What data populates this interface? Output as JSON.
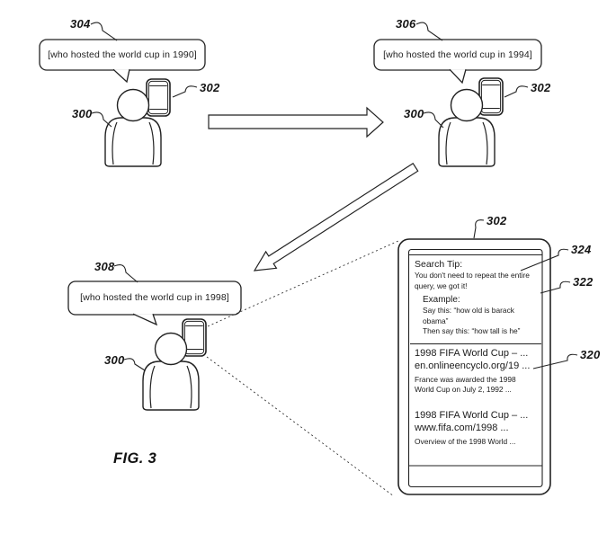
{
  "figure": {
    "caption": "FIG. 3"
  },
  "labels": {
    "l300": "300",
    "l302": "302",
    "l304": "304",
    "l306": "306",
    "l308": "308",
    "l320": "320",
    "l322": "322",
    "l324": "324"
  },
  "bubbles": {
    "b1990": "[who hosted the world cup in 1990]",
    "b1994": "[who hosted the world cup in 1994]",
    "b1998": "[who hosted the world cup in 1998]"
  },
  "screen": {
    "tip": {
      "title": "Search Tip:",
      "line1": "You don't need to repeat the entire",
      "line2": "query, we got it!",
      "example_label": "Example:",
      "example_line1": "Say this: “how old is barack",
      "example_line2": "obama”",
      "example_line3": "Then say this: “how tall is he”"
    },
    "results": [
      {
        "title": "1998 FIFA World Cup – ...",
        "url": "en.onlineencyclo.org/19 ...",
        "snippet1": "France was awarded the 1998",
        "snippet2": "World Cup on July 2, 1992 ..."
      },
      {
        "title": "1998 FIFA World Cup – ...",
        "url": "www.fifa.com/1998 ...",
        "snippet1": "Overview of the 1998 World ...",
        "snippet2": ""
      }
    ]
  },
  "colors": {
    "ink": "#222222",
    "background": "#ffffff"
  }
}
